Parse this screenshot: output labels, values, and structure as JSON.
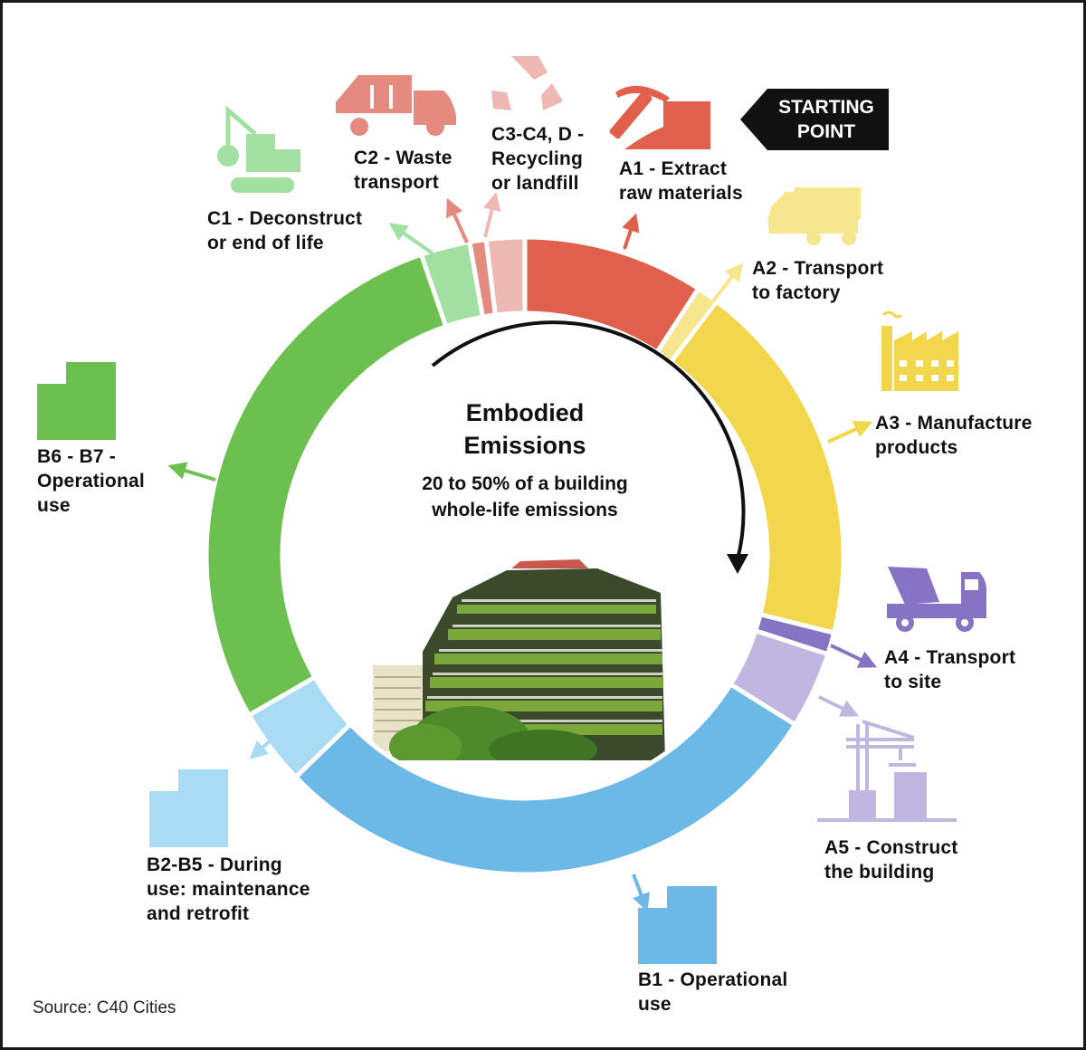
{
  "center": {
    "title_line1": "Embodied",
    "title_line2": "Emissions",
    "subtitle_line1": "20 to 50% of a building",
    "subtitle_line2": "whole-life emissions"
  },
  "starting_point": {
    "line1": "STARTING",
    "line2": "POINT"
  },
  "source": "Source: C40 Cities",
  "stages": {
    "a1": {
      "line1": "A1 - Extract",
      "line2": "raw materials",
      "color": "#E0604C",
      "icon": "pickaxe-mountain-icon"
    },
    "a2": {
      "line1": "A2 - Transport",
      "line2": "to factory",
      "color": "#F6E68E",
      "icon": "truck-icon"
    },
    "a3": {
      "line1": "A3 - Manufacture",
      "line2": "products",
      "color": "#F2D64B",
      "icon": "factory-icon"
    },
    "a4": {
      "line1": "A4 - Transport",
      "line2": "to site",
      "color": "#8673C3",
      "icon": "cement-mixer-icon"
    },
    "a5": {
      "line1": "A5 - Construct",
      "line2": "the building",
      "color": "#C0B7E0",
      "icon": "crane-icon"
    },
    "b1": {
      "line1": "B1 - Operational",
      "line2": "use",
      "color": "#6CB9E8",
      "icon": "building-icon"
    },
    "b2b5": {
      "line1": "B2-B5 - During",
      "line2": "use: maintenance",
      "line3": "and retrofit",
      "color": "#A9DCF4",
      "icon": "building-icon"
    },
    "b6b7": {
      "line1": "B6 - B7 -",
      "line2": "Operational",
      "line3": "use",
      "color": "#6BC04F",
      "icon": "building-icon"
    },
    "c1": {
      "line1": "C1 - Deconstruct",
      "line2": "or end of life",
      "color": "#A2E0A2",
      "icon": "excavator-icon"
    },
    "c2": {
      "line1": "C2 - Waste",
      "line2": "transport",
      "color": "#E58A7E",
      "icon": "garbage-truck-icon"
    },
    "c3": {
      "line1": "C3-C4, D -",
      "line2": "Recycling",
      "line3": "or landfill",
      "color": "#EFB9B3",
      "icon": "recycle-icon"
    }
  },
  "chart_data": {
    "type": "donut",
    "title": "Embodied Emissions",
    "subtitle": "20 to 50% of a building whole-life emissions",
    "direction": "clockwise from top",
    "categories": [
      "A1 - Extract raw materials",
      "A2 - Transport to factory",
      "A3 - Manufacture products",
      "A4 - Transport to site",
      "A5 - Construct the building",
      "B1 - Operational use",
      "B2-B5 - During use: maintenance and retrofit",
      "B6 - B7 - Operational use",
      "C1 - Deconstruct or end of life",
      "C2 - Waste transport",
      "C3-C4, D - Recycling or landfill"
    ],
    "arc_degrees": [
      33,
      4,
      67,
      4,
      14,
      104,
      14,
      101,
      9,
      3,
      7
    ],
    "colors": [
      "#E0604C",
      "#F6E68E",
      "#F2D64B",
      "#8673C3",
      "#C0B7E0",
      "#6CB9E8",
      "#A9DCF4",
      "#6BC04F",
      "#A2E0A2",
      "#E58A7E",
      "#EFB9B3"
    ],
    "annotation": "STARTING POINT",
    "source": "Source: C40 Cities"
  }
}
